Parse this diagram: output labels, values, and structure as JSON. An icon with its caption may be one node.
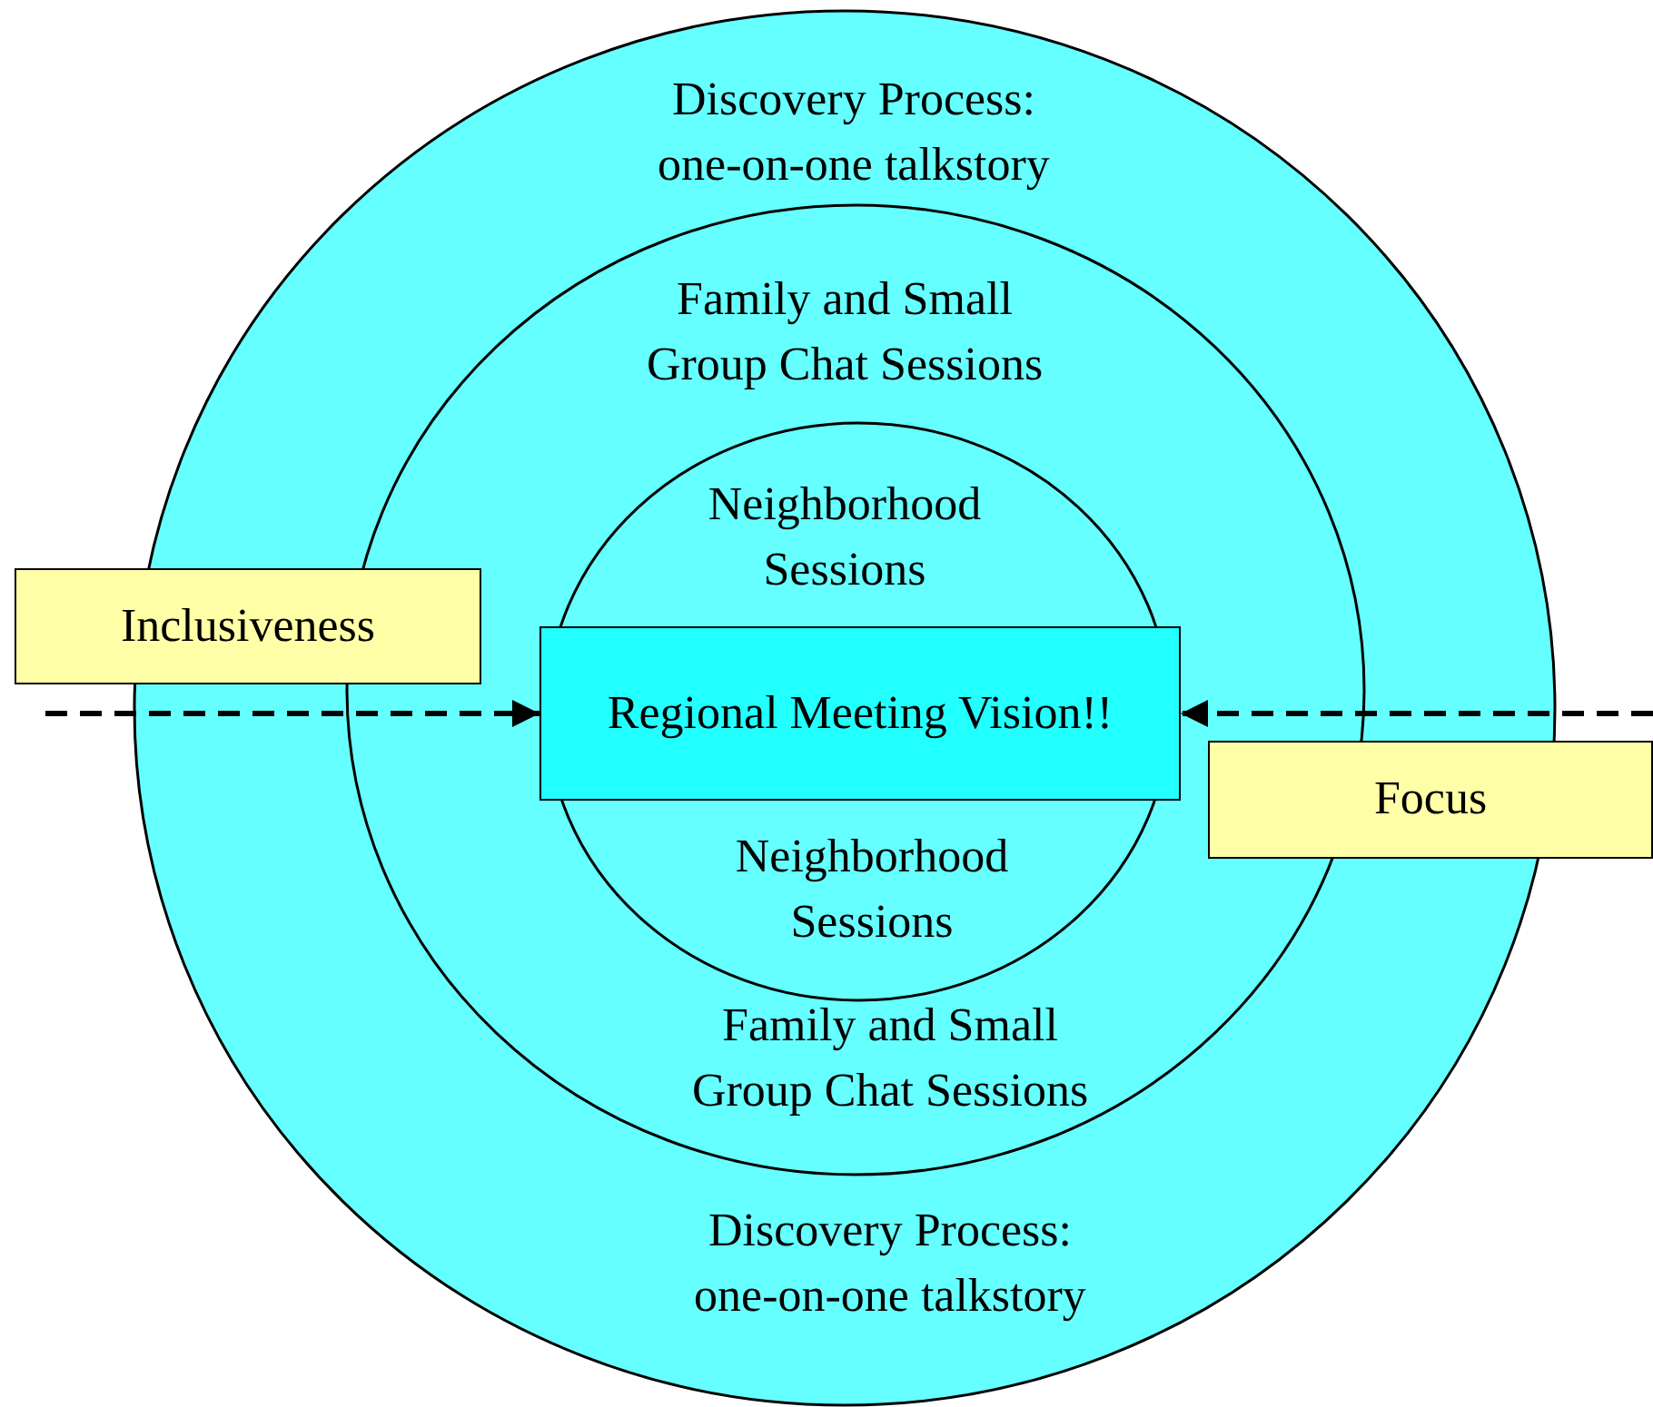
{
  "diagram": {
    "nodes": [
      {
        "text": [
          "Discovery Process: one-on-one talkstory",
          "Discovery Process: one-on-one talkstory"
        ]
      },
      {
        "text": [
          "Family and Small Group Chat Sessions",
          "Family and Small Group Chat Sessions"
        ],
        "in": 0
      },
      {
        "text": [
          "Neighborhood Sessions",
          "Neighborhood Sessions"
        ],
        "in": 1
      },
      {
        "text": [
          "Regional Meeting Vision!!"
        ],
        "in": 2
      },
      {
        "text": [
          "Inclusiveness"
        ]
      },
      {
        "text": [
          "Focus"
        ]
      }
    ],
    "edges": [
      {
        "from": null,
        "to": 3,
        "arrow": "to",
        "style": "dashed"
      },
      {
        "from": null,
        "to": 3,
        "arrow": "to",
        "style": "dashed"
      }
    ]
  }
}
